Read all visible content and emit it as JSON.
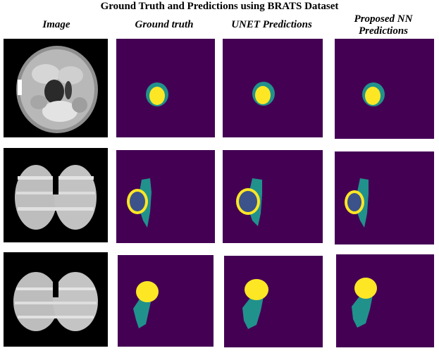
{
  "title": "Ground Truth and Predictions using BRATS Dataset",
  "columns": [
    {
      "label": "Image"
    },
    {
      "label": "Ground truth"
    },
    {
      "label": "UNET Predictions"
    },
    {
      "label_line1": "Proposed NN",
      "label_line2": "Predictions"
    }
  ],
  "colors": {
    "background_class": "#440154",
    "edema_class": "#21918c",
    "enhancing_class": "#fde725",
    "necrotic_class": "#3b528b"
  },
  "rows": [
    {
      "row": 1,
      "scan": "axial-slice"
    },
    {
      "row": 2,
      "scan": "axial-slice"
    },
    {
      "row": 3,
      "scan": "axial-slice"
    }
  ]
}
